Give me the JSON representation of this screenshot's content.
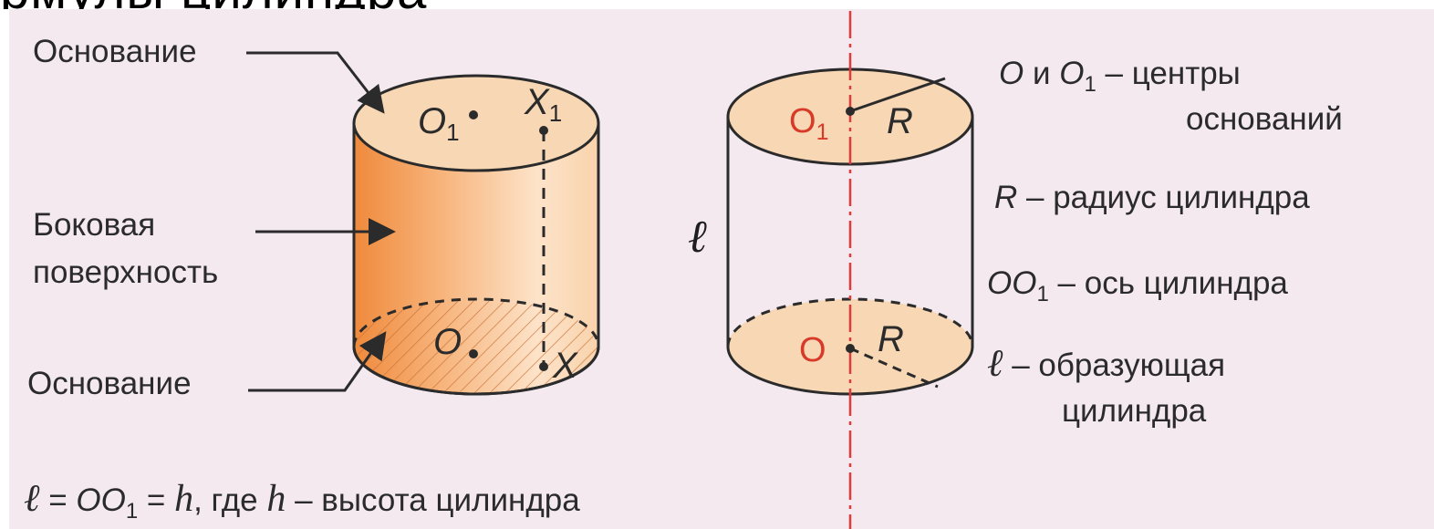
{
  "title": "рмулы цилиндра",
  "left": {
    "label_base_top": "Основание",
    "label_lateral_1": "Боковая",
    "label_lateral_2": "поверхность",
    "label_base_bottom": "Основание",
    "point_o1": "O",
    "point_o1_sub": "1",
    "point_x1": "X",
    "point_x1_sub": "1",
    "point_o": "O",
    "point_x": "X"
  },
  "right": {
    "point_o1": "O",
    "point_o1_sub": "1",
    "radius_top": "R",
    "generator": "ℓ",
    "point_o": "O",
    "radius_bottom": "R"
  },
  "legend": {
    "centers_a": "O",
    "centers_and": " и ",
    "centers_b": "O",
    "centers_b_sub": "1",
    "centers_text": " – центры",
    "centers_text_2": "оснований",
    "radius_sym": "R",
    "radius_text": " – радиус цилиндра",
    "axis_sym": "OO",
    "axis_sub": "1",
    "axis_text": " – ось цилиндра",
    "gen_sym": "ℓ",
    "gen_text": " – образующая",
    "gen_text_2": "цилиндра"
  },
  "formula": {
    "l": "ℓ",
    "eq1": " = ",
    "oo": "OO",
    "oo_sub": "1",
    "eq2": " = ",
    "h": "h",
    "rest": ",  где ",
    "h2": "h",
    "rest2": " – высота цилиндра"
  },
  "colors": {
    "background": "#f3e9ef",
    "cap_fill": "#f8d7b4",
    "body_dark": "#ef8a3c",
    "body_light": "#fde3c9",
    "axis_red": "#e23a3a",
    "ink": "#2b2b2b"
  }
}
